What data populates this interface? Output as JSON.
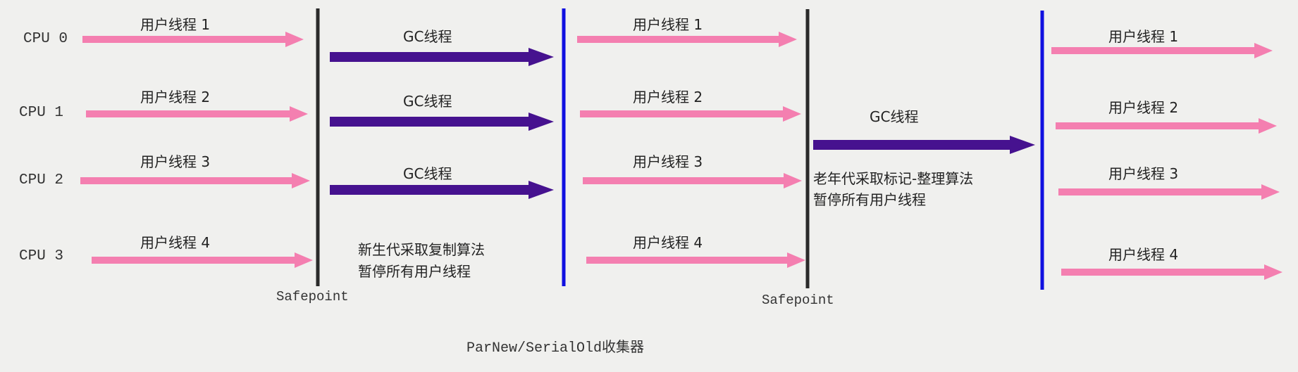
{
  "title": "ParNew/SerialOld收集器",
  "cpus": [
    "CPU 0",
    "CPU 1",
    "CPU 2",
    "CPU 3"
  ],
  "user_threads": [
    "用户线程 1",
    "用户线程 2",
    "用户线程 3",
    "用户线程 4"
  ],
  "gc_label": "GC线程",
  "safepoint_label": "Safepoint",
  "young_gen_note": [
    "新生代采取复制算法",
    "暂停所有用户线程"
  ],
  "old_gen_note": [
    "老年代采取标记-整理算法",
    "暂停所有用户线程"
  ],
  "colors": {
    "user_thread": "#f47fb0",
    "gc_thread": "#46128f",
    "safepoint": "#2a2a2a",
    "resume": "#1010e0"
  }
}
